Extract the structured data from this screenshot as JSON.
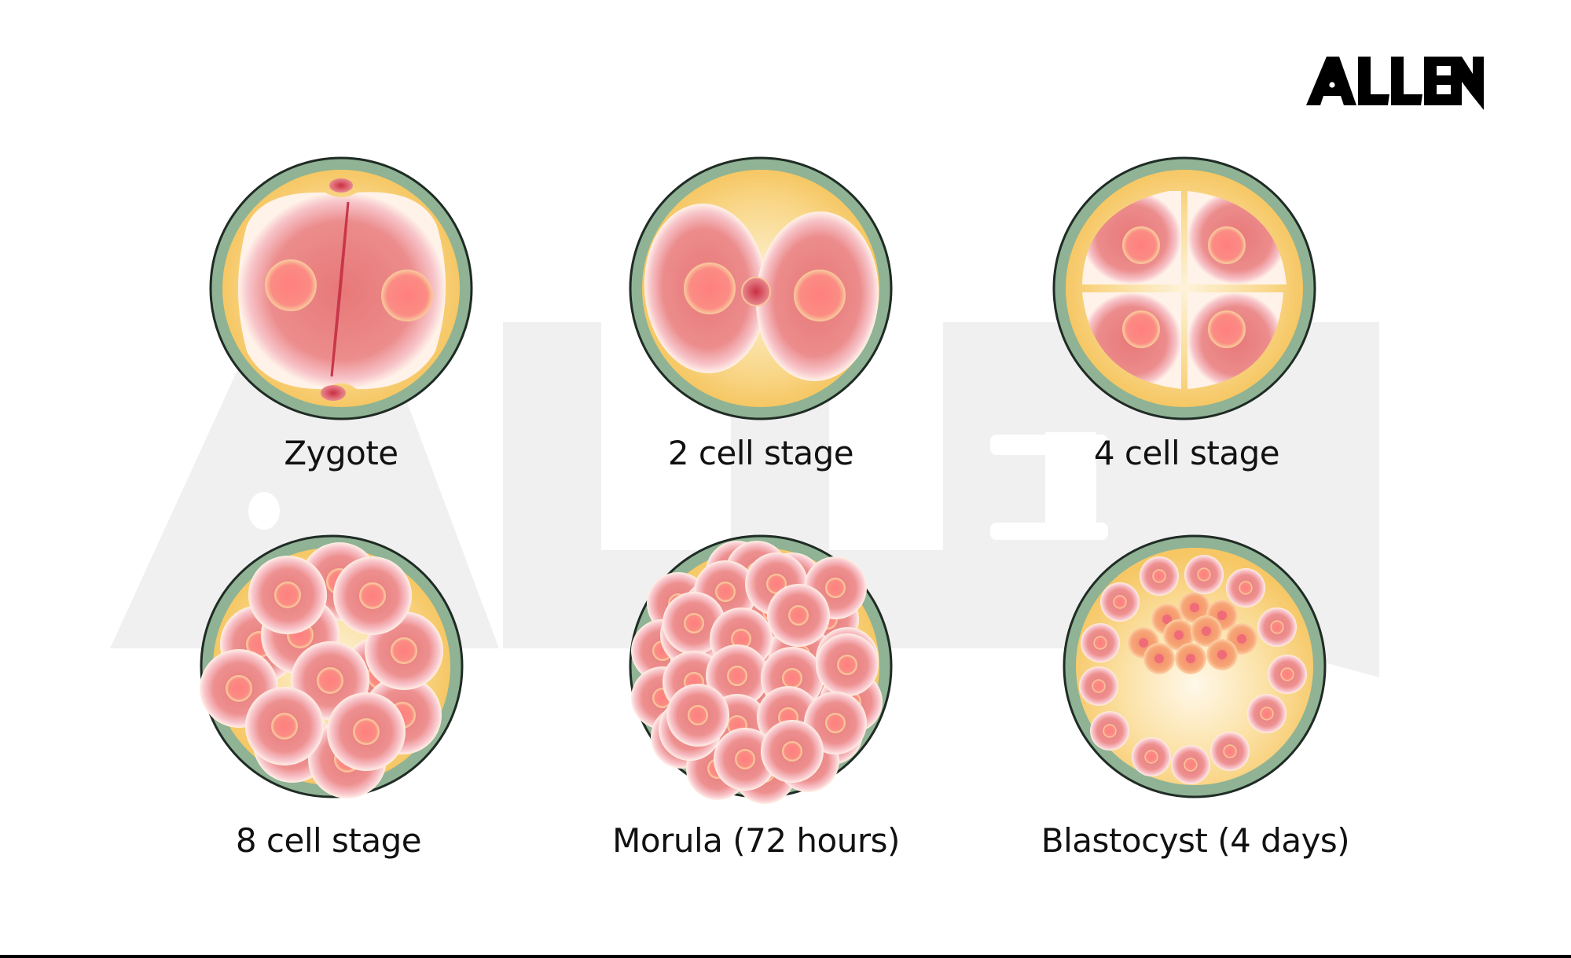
{
  "brand": {
    "logo_text": "ALLEN",
    "watermark_text": "ALLEN",
    "logo_color": "#000000",
    "watermark_color": "#f0f0f0"
  },
  "colors": {
    "zona_outline": "#1f2b24",
    "zona_green": "#8fb394",
    "perivitelline_yellow": "#f7c96a",
    "cytoplasm_pink": "#e98282",
    "nucleus_salmon": "#ff8a84",
    "inner_cell_orange": "#f6a06a",
    "polar_body_red": "#cc3b4e"
  },
  "stages": [
    {
      "id": "zygote",
      "label": "Zygote"
    },
    {
      "id": "two-cell",
      "label": "2 cell stage"
    },
    {
      "id": "four-cell",
      "label": "4 cell stage"
    },
    {
      "id": "eight-cell",
      "label": "8 cell stage"
    },
    {
      "id": "morula",
      "label": "Morula (72 hours)"
    },
    {
      "id": "blastocyst",
      "label": "Blastocyst (4 days)"
    }
  ]
}
